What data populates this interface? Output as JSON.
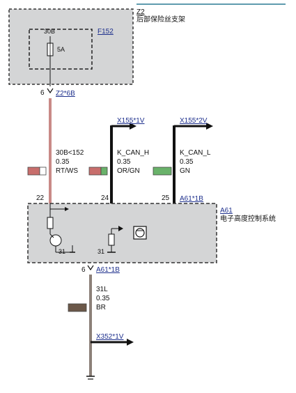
{
  "fuse_box": {
    "id": "Z2",
    "name": "后部保险丝支架",
    "fuse_id": "F152",
    "fuse_terminal": "30B",
    "fuse_rating": "5A",
    "pin": "6",
    "connector": "Z2*6B"
  },
  "wires": [
    {
      "signal": "30B<152",
      "gauge": "0.35",
      "color": "RT/WS",
      "color_hex": "#c86e6c",
      "stripe_hex": "#ffffff"
    },
    {
      "signal": "K_CAN_H",
      "gauge": "0.35",
      "color": "OR/GN",
      "color_hex": "#c86e6c",
      "stripe_hex": "#69b26a"
    },
    {
      "signal": "K_CAN_L",
      "gauge": "0.35",
      "color": "GN",
      "color_hex": "#69b26a"
    },
    {
      "signal": "31L",
      "gauge": "0.35",
      "color": "BR",
      "color_hex": "#6b5849"
    }
  ],
  "connectors": {
    "can_h": "X155*1V",
    "can_l": "X155*2V",
    "ground": "X352*1V"
  },
  "module": {
    "id": "A61",
    "name": "电子高度控制系统",
    "connector_top": "A61*1B",
    "connector_bottom": "A61*1B",
    "pin_power": "22",
    "pin_can_h": "24",
    "pin_can_l": "25",
    "pin_ground": "6",
    "ground_label_1": "31",
    "ground_label_2": "31"
  },
  "colors": {
    "module_fill": "#d4d5d6",
    "power_wire": "#c98a87",
    "ground_wire": "#8c8079",
    "header_line": "#2a7a94"
  }
}
